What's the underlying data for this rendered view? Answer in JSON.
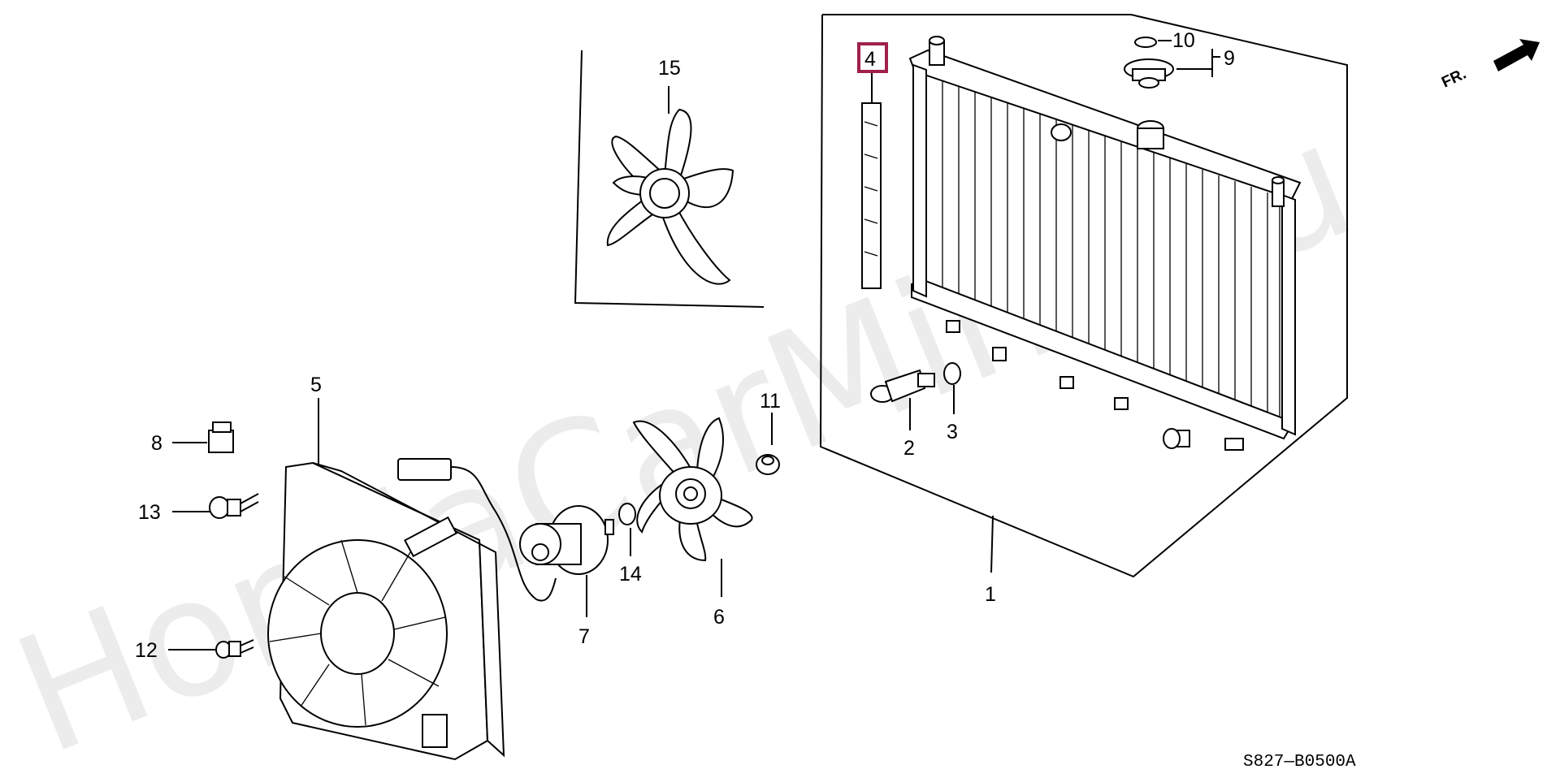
{
  "watermark": "HondaCarMine.ru",
  "diagram_code": "S827—B0500A",
  "direction_label": "FR.",
  "highlighted_callout": "4",
  "callouts": {
    "c1": "1",
    "c2": "2",
    "c3": "3",
    "c4": "4",
    "c5": "5",
    "c6": "6",
    "c7": "7",
    "c8": "8",
    "c9": "9",
    "c10": "10",
    "c11": "11",
    "c12": "12",
    "c13": "13",
    "c14": "14",
    "c15": "15"
  },
  "colors": {
    "highlight": "#a0204a",
    "line": "#000000",
    "watermark": "#d6d6d6"
  }
}
